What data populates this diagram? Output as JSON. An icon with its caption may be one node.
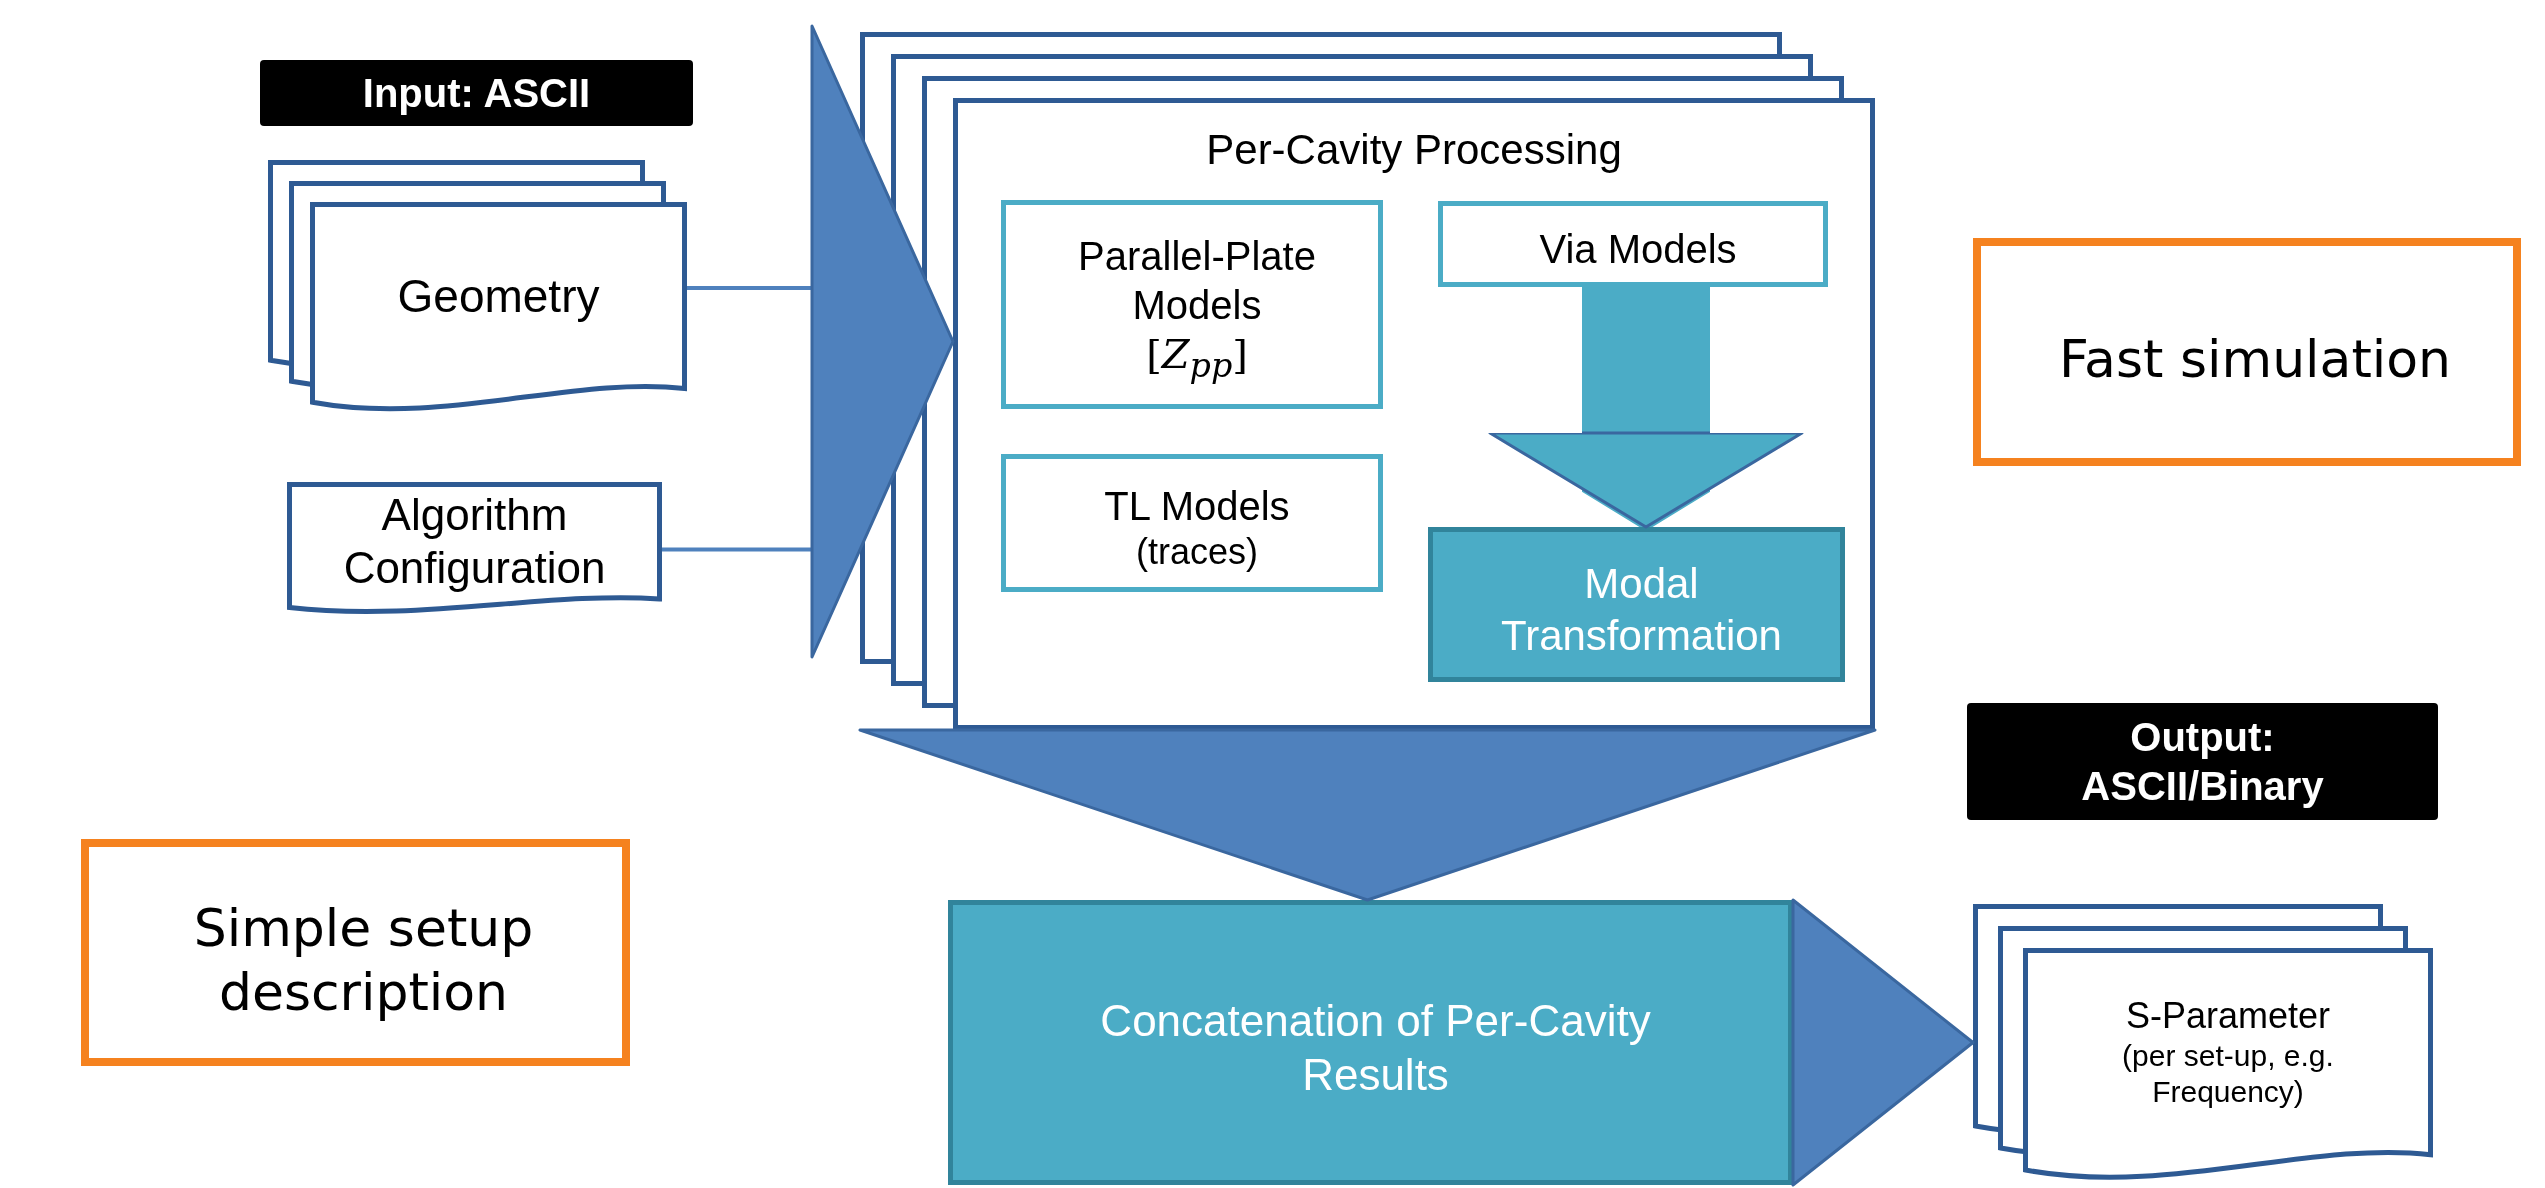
{
  "diagram": {
    "nodes": [
      {
        "text": [
          "Input: ASCII"
        ]
      },
      {
        "text": [
          "Geometry"
        ]
      },
      {
        "text": [
          "Algorithm Configuration"
        ]
      },
      {
        "text": [
          "Per-Cavity Processing"
        ]
      },
      {
        "text": [
          "Parallel-Plate Models",
          "[*Z*$_{pp}$]"
        ],
        "in": 3
      },
      {
        "text": [
          "Via Models"
        ],
        "in": 3
      },
      {
        "text": [
          "TL Models",
          "(traces)"
        ],
        "in": 3
      },
      {
        "text": [
          "Modal Transformation"
        ],
        "in": 3
      },
      {
        "text": [
          "Concatenation of Per-Cavity Results"
        ]
      },
      {
        "text": [
          "Output: ASCII/Binary"
        ]
      },
      {
        "text": [
          "S-Parameter",
          "(per set-up, e.g. Frequency)"
        ]
      },
      {
        "text": [
          "Fast simulation"
        ]
      },
      {
        "text": [
          "Simple setup description"
        ]
      }
    ],
    "edges": [
      {
        "from": 1,
        "to": 3,
        "arrow": "to"
      },
      {
        "from": 2,
        "to": 3,
        "arrow": "to"
      },
      {
        "from": 5,
        "to": 7,
        "arrow": "to",
        "style": "thick",
        "color": "#4bacc6"
      },
      {
        "from": 3,
        "to": 8,
        "arrow": "to"
      },
      {
        "from": 8,
        "to": 10,
        "arrow": "to"
      }
    ]
  }
}
